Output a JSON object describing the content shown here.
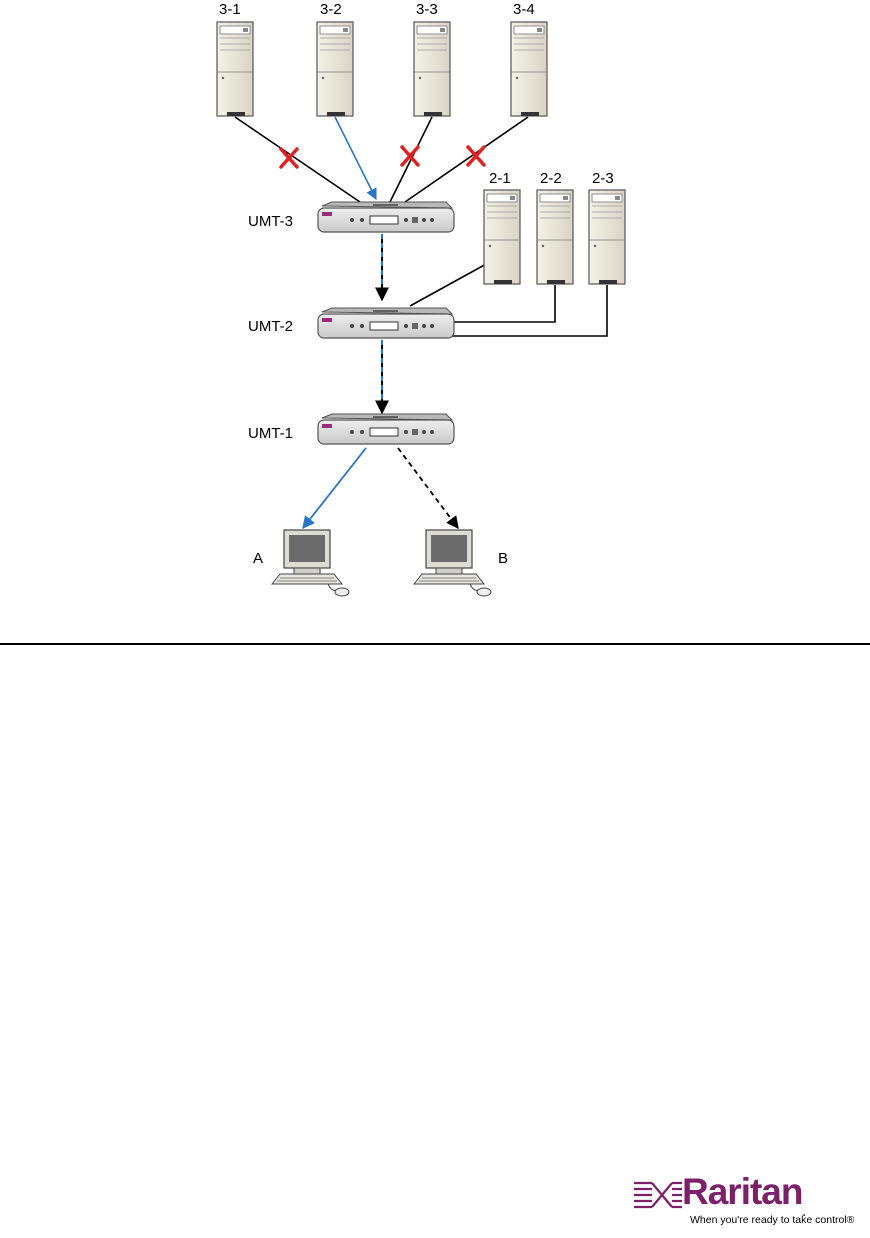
{
  "servers": {
    "s3_1": "3-1",
    "s3_2": "3-2",
    "s3_3": "3-3",
    "s3_4": "3-4",
    "s2_1": "2-1",
    "s2_2": "2-2",
    "s2_3": "2-3"
  },
  "switches": {
    "umt3": "UMT-3",
    "umt2": "UMT-2",
    "umt1": "UMT-1"
  },
  "clients": {
    "a": "A",
    "b": "B"
  },
  "brand": {
    "name": "Raritan",
    "registered_mark": ".",
    "tagline": "When you're ready to take control®",
    "color": "#7b2069"
  },
  "colors": {
    "active_path": "#2a74c4",
    "blocked_mark": "#e02020",
    "cable": "#000000"
  }
}
